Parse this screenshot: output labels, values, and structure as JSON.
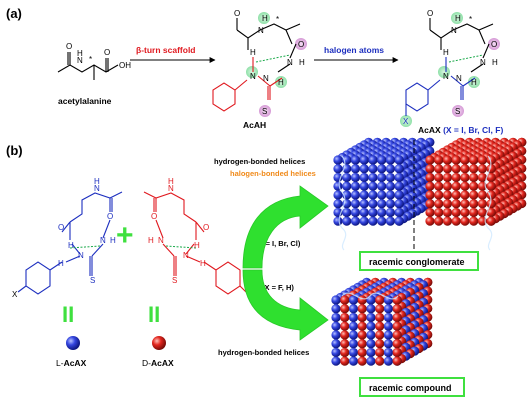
{
  "panel_a": {
    "label": "(a)",
    "start_molecule": "acetylalanine",
    "arrow1_label": "β-turn scaffold",
    "middle_molecule": "AcAH",
    "arrow2_label": "halogen atoms",
    "product_prefix": "AcAX",
    "product_suffix": "(X = I, Br, Cl, F)"
  },
  "panel_b": {
    "label": "(b)",
    "upper_line1": "hydrogen-bonded helices",
    "upper_line2": "halogen-bonded helices",
    "upper_condition": "(X = I, Br, Cl)",
    "lower_condition": "(X = F, H)",
    "lower_line": "hydrogen-bonded helices",
    "box_top": "racemic conglomerate",
    "box_bottom": "racemic compound",
    "left_enantiomer_prefix": "L-",
    "right_enantiomer_prefix": "D-",
    "enantiomer_name": "AcAX",
    "equals_sign": "II",
    "plus_sign": "+"
  },
  "atoms": {
    "O": "O",
    "OH": "OH",
    "N": "N",
    "H": "H",
    "S": "S",
    "X": "X",
    "star": "*"
  },
  "colors": {
    "blue": "#1d2fbf",
    "red": "#e0191f",
    "green": "#3fe03f",
    "orange": "#f08a1a",
    "hbond": "#18a848",
    "sphere_blue": "#2f3fd6",
    "sphere_red": "#d8211f"
  }
}
